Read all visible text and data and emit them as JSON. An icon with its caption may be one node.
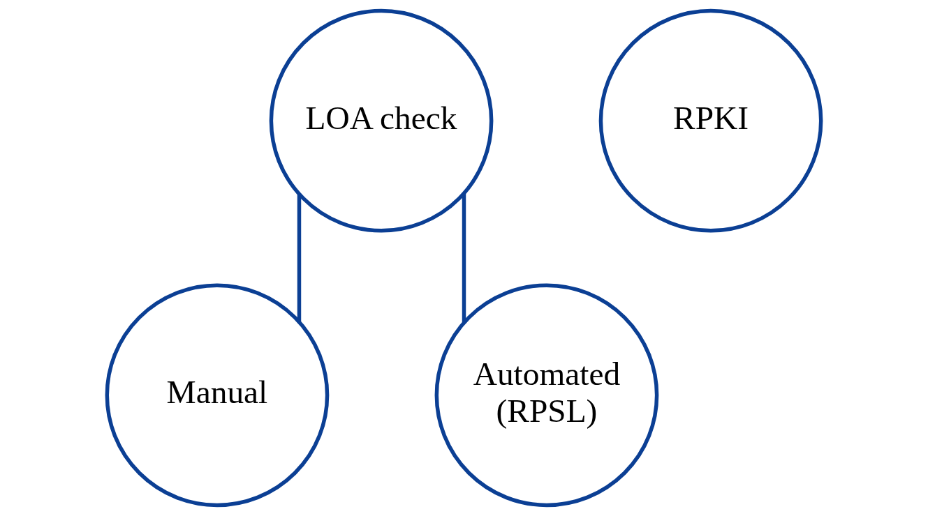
{
  "diagram": {
    "nodes": [
      {
        "text": [
          "LOA check"
        ]
      },
      {
        "text": [
          "RPKI"
        ]
      },
      {
        "text": [
          "Manual"
        ]
      },
      {
        "text": [
          "Automated (RPSL)"
        ]
      }
    ],
    "edges": [
      {
        "from": 0,
        "to": 2,
        "arrow": "none"
      },
      {
        "from": 0,
        "to": 3,
        "arrow": "none"
      }
    ]
  }
}
